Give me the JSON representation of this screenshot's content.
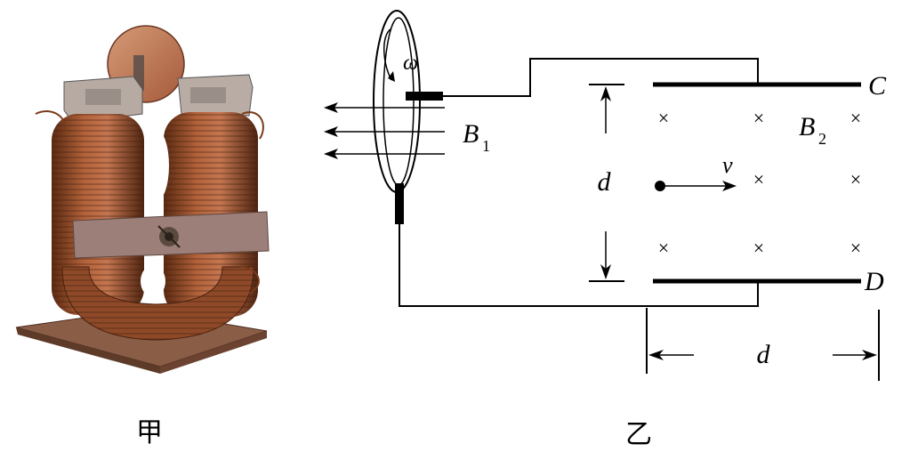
{
  "figure_left": {
    "caption": "甲"
  },
  "figure_right": {
    "caption": "乙",
    "omega_label": "ω",
    "field1_label": "B",
    "field1_sub": "1",
    "field2_label": "B",
    "field2_sub": "2",
    "plate_top_label": "C",
    "plate_bottom_label": "D",
    "gap_label": "d",
    "length_label": "d",
    "velocity_label": "v",
    "cross_symbol": "×"
  }
}
